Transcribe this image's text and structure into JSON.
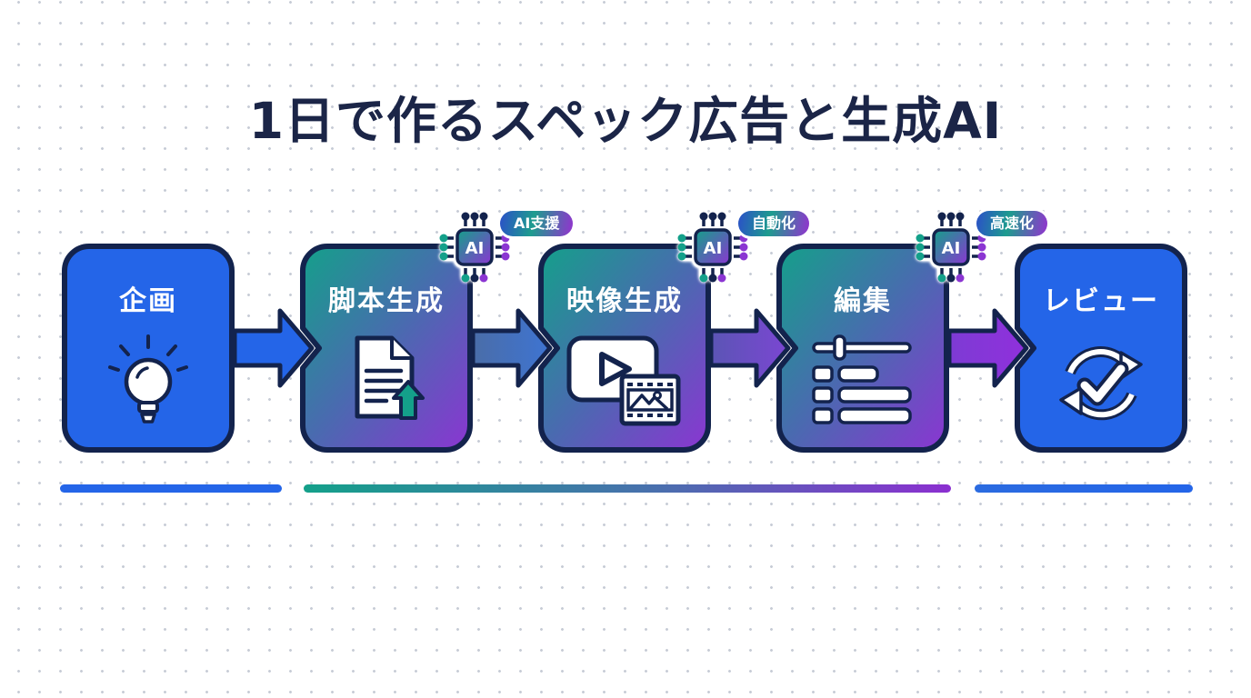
{
  "title": "1日で作るスペック広告と生成AI",
  "chip_label": "AI",
  "stages": [
    {
      "label": "企画",
      "icon": "lightbulb-icon"
    },
    {
      "label": "脚本生成",
      "icon": "document-upload-icon",
      "badge": "AI支援",
      "chip": "AI"
    },
    {
      "label": "映像生成",
      "icon": "video-generation-icon",
      "badge": "自動化",
      "chip": "AI"
    },
    {
      "label": "編集",
      "icon": "timeline-edit-icon",
      "badge": "高速化",
      "chip": "AI"
    },
    {
      "label": "レビュー",
      "icon": "review-sync-check-icon"
    }
  ],
  "colors": {
    "box_blue": "#2465e8",
    "outline_navy": "#13234d",
    "teal": "#14a08a",
    "purple": "#8b35d2",
    "title_navy": "#1b2547",
    "badge_gradient": [
      "#2b50c8",
      "#1d9c8e",
      "#9432cf"
    ]
  }
}
